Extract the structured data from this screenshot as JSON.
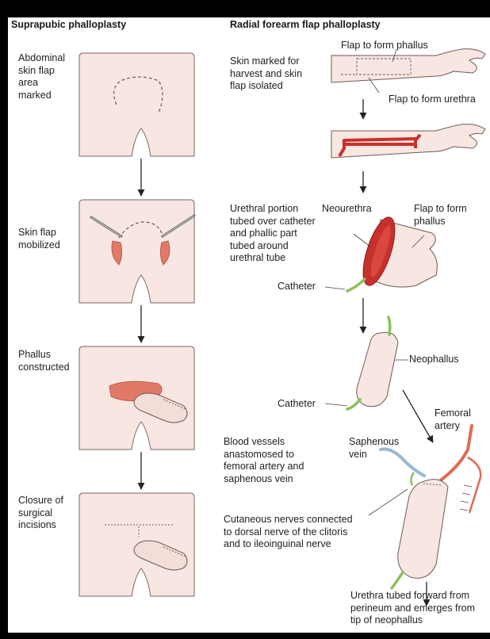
{
  "headers": {
    "left": "Suprapubic phalloplasty",
    "right": "Radial forearm flap phalloplasty"
  },
  "left_steps": {
    "step1": "Abdominal\nskin flap\narea\nmarked",
    "step2": "Skin flap\nmobilized",
    "step3": "Phallus\nconstructed",
    "step4": "Closure of\nsurgical\nincisions"
  },
  "right_steps": {
    "step1": "Skin marked for\nharvest and skin\nflap isolated",
    "step3": "Urethral portion\ntubed over catheter\nand phallic part\ntubed around\nurethral tube",
    "step5": "Blood vessels\nanastomosed to\nfemoral artery and\nsaphenous vein",
    "step6": "Cutaneous nerves connected\nto dorsal nerve of the clitoris\nand to ileoinguinal nerve",
    "step7": "Urethra tubed forward from\nperineum and emerges from\ntip of neophallus"
  },
  "labels": {
    "flap_phallus_top": "Flap to form phallus",
    "flap_urethra": "Flap to form urethra",
    "neourethra": "Neourethra",
    "flap_phallus_mid": "Flap to form\nphallus",
    "catheter1": "Catheter",
    "neophallus": "Neophallus",
    "catheter2": "Catheter",
    "femoral_artery": "Femoral\nartery",
    "saphenous_vein": "Saphenous\nvein"
  },
  "colors": {
    "skin": "#f7e6e1",
    "skin_outline": "#6e5a55",
    "flap_red": "#c8302c",
    "tissue_red": "#e07a66",
    "artery": "#e06a55",
    "vein": "#9ab8d0",
    "nerve": "#8cbf5a",
    "background_border": "#000000"
  }
}
